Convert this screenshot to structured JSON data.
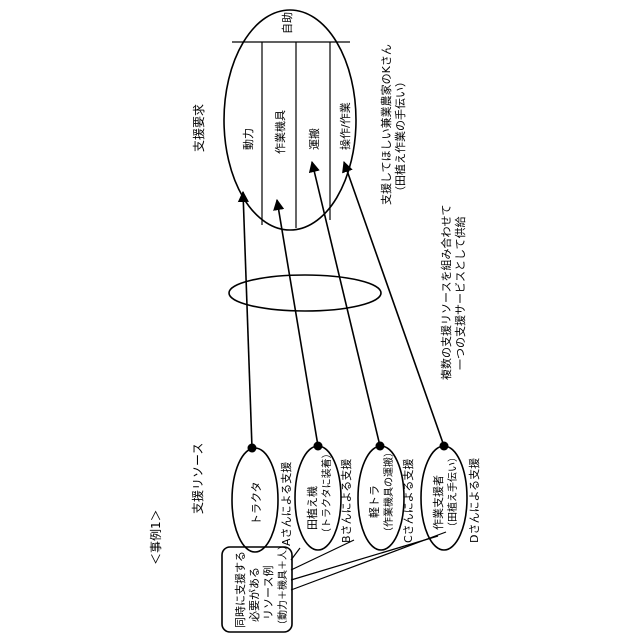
{
  "case_title": "＜事例1＞",
  "resources_heading": "支援リソース",
  "demand_heading": "支援要求",
  "resources": [
    {
      "id": "a",
      "name": "トラクタ",
      "sub": "",
      "provider": "Aさんによる支援"
    },
    {
      "id": "b",
      "name": "田植え機",
      "sub": "（トラクタに装着）",
      "provider": "Bさんによる支援"
    },
    {
      "id": "c",
      "name": "軽トラ",
      "sub": "（作業機具の運搬）",
      "provider": "Cさんによる支援"
    },
    {
      "id": "d",
      "name": "作業支援者",
      "sub": "（田植え手伝い）",
      "provider": "Dさんによる支援"
    }
  ],
  "demand": {
    "self_help": "自助",
    "items": [
      "動力",
      "作業機具",
      "運搬",
      "操作/作業"
    ],
    "caption_line1": "支援してほしい兼業農家のKさん",
    "caption_line2": "（田植え作業の手伝い）"
  },
  "combine_caption_line1": "複数の支援リソースを組み合わせて",
  "combine_caption_line2": "一つの支援サービスとして供給",
  "note": {
    "line1": "同時に支援する",
    "line2": "必要がある",
    "line3": "リソース例",
    "line4": "（動力＋機具＋人）"
  }
}
